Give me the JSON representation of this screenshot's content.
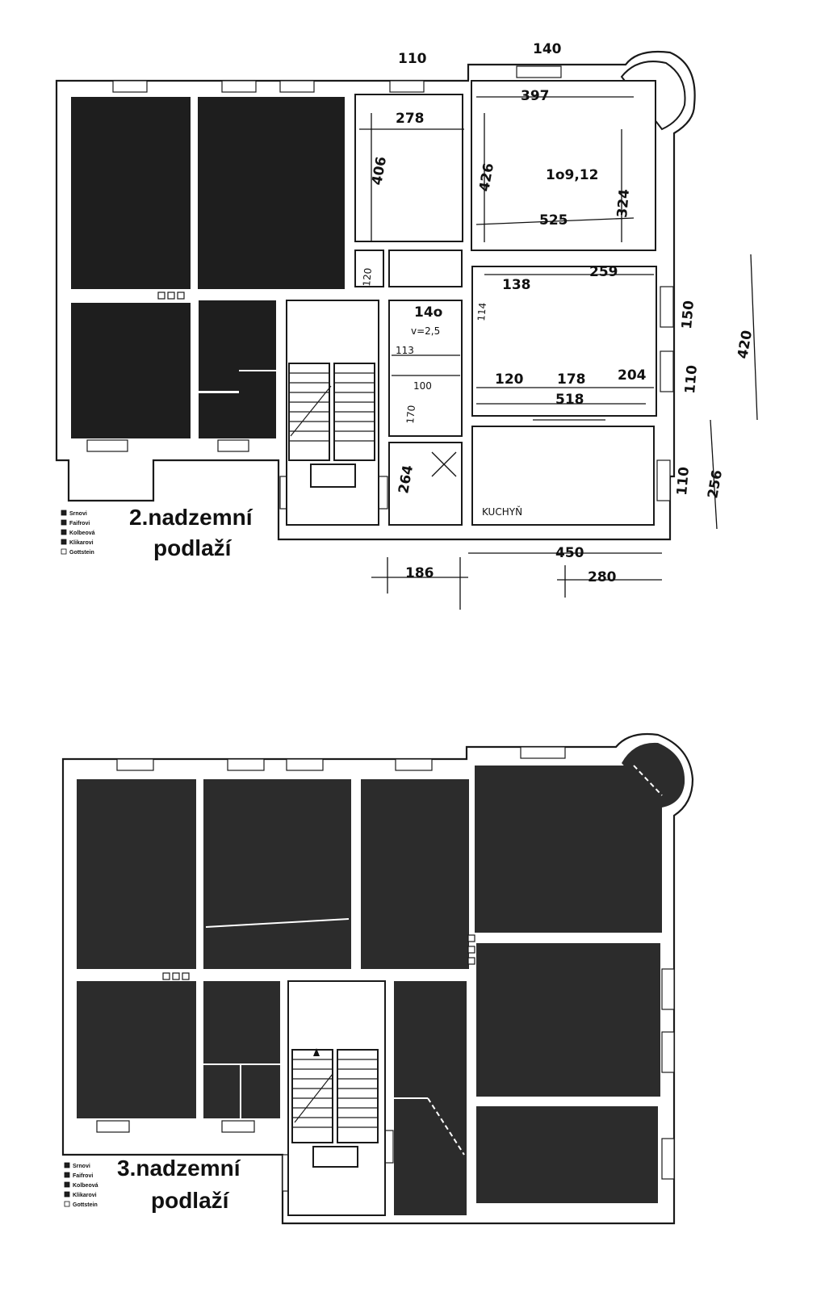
{
  "floors": [
    {
      "title_line1": "2.nadzemní",
      "title_line2": "podlaží",
      "legend": [
        {
          "label": "Srnovi",
          "filled": true
        },
        {
          "label": "Faifrovi",
          "filled": true
        },
        {
          "label": "Kolbeová",
          "filled": true
        },
        {
          "label": "Klikarovi",
          "filled": true
        },
        {
          "label": "Gottstein",
          "filled": false
        }
      ],
      "annotations": {
        "d110": "110",
        "d140": "140",
        "d278": "278",
        "d397": "397",
        "d406": "406",
        "d426": "426",
        "area": "1o9,12",
        "d324": "324",
        "d525": "525",
        "d120a": "120",
        "d138": "138",
        "d259": "259",
        "d114": "114",
        "d150": "150",
        "d140b": "14o",
        "v": "v=2,5",
        "d113": "113",
        "d100": "100",
        "d120b": "120",
        "d178": "178",
        "d204": "204",
        "d518": "518",
        "d170": "170",
        "d420": "420",
        "d110b": "110",
        "d256": "256",
        "d110c": "110",
        "d264": "264",
        "kuchyn": "KUCHYŇ",
        "d450": "450",
        "d186": "186",
        "d280": "280"
      }
    },
    {
      "title_line1": "3.nadzemní",
      "title_line2": "podlaží",
      "legend": [
        {
          "label": "Srnovi",
          "filled": true
        },
        {
          "label": "Faifrovi",
          "filled": true
        },
        {
          "label": "Kolbeová",
          "filled": true
        },
        {
          "label": "Klikarovi",
          "filled": true
        },
        {
          "label": "Gottstein",
          "filled": false
        }
      ]
    }
  ]
}
